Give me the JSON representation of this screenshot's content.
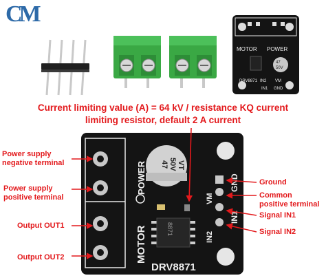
{
  "logo": {
    "text": "CM"
  },
  "caption": {
    "line1": "Current limiting value (A) = 64 kV / resistance KQ current",
    "line2": "limiting resistor, default 2 A current"
  },
  "board": {
    "model": "DRV8871",
    "motor": "MOTOR",
    "power": "POWER",
    "pin_gnd": "GND",
    "pin_vm": "VM",
    "pin_in1": "IN1",
    "pin_in2": "IN2",
    "cap_line1": "47",
    "cap_line2": "50V",
    "cap_line3": "VT",
    "chip_text": "8871"
  },
  "labels_left": {
    "neg": [
      "Power supply",
      "negative terminal"
    ],
    "pos": [
      "Power supply",
      "positive terminal"
    ],
    "out1": "Output OUT1",
    "out2": "Output OUT2"
  },
  "labels_right": {
    "ground": "Ground",
    "common": [
      "Common",
      "positive terminal"
    ],
    "in1": "Signal IN1",
    "in2": "Signal IN2"
  },
  "colors": {
    "accent": "#e3191c",
    "board": "#141414",
    "terminal": "#3aa844",
    "logo": "#2d6aa8"
  }
}
